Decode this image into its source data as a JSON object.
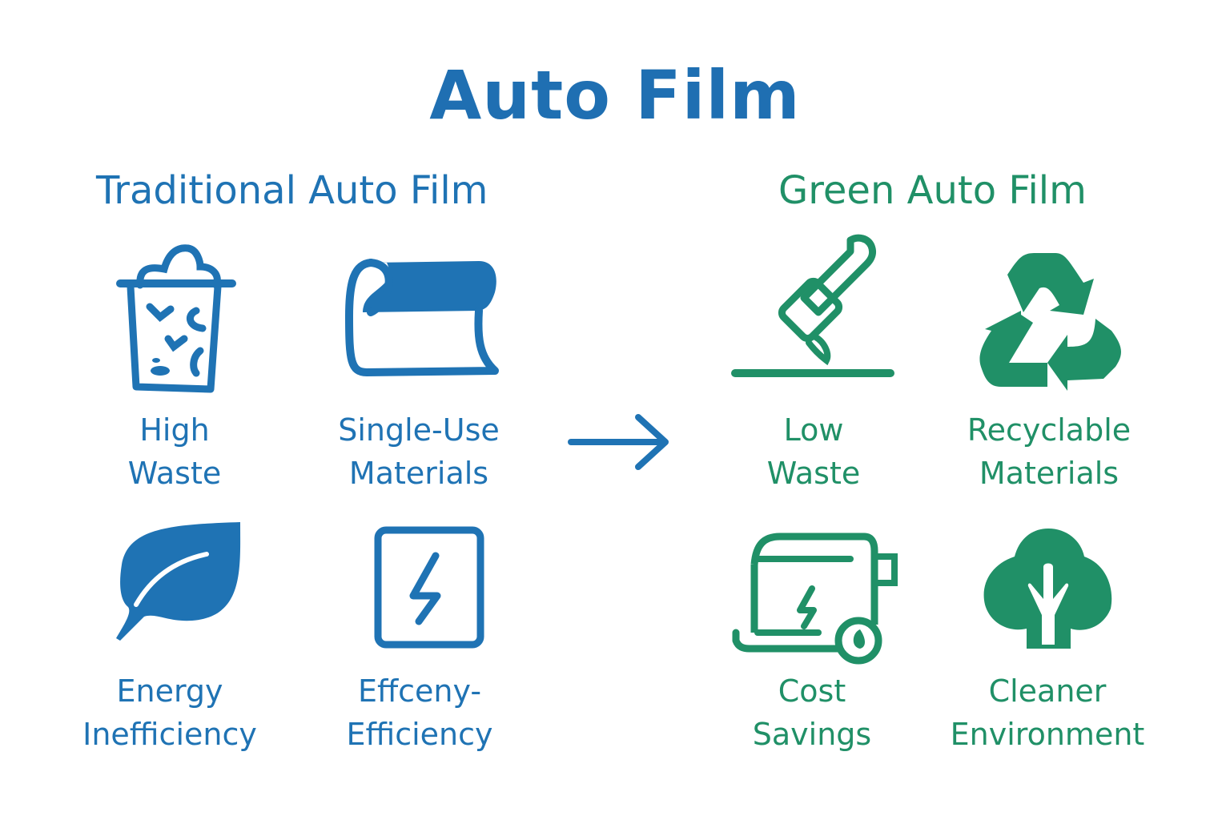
{
  "title": "Auto Film",
  "colors": {
    "traditional": "#1f73b4",
    "green": "#209067"
  },
  "traditional": {
    "heading": "Traditional Auto Film",
    "items": [
      {
        "icon": "trash-bin-icon",
        "line1": "High",
        "line2": "Waste"
      },
      {
        "icon": "film-roll-icon",
        "line1": "Single-Use",
        "line2": "Materials"
      },
      {
        "icon": "leaf-icon",
        "line1": "Energy",
        "line2": "Inefficiency"
      },
      {
        "icon": "lightning-box-icon",
        "line1": "Effceny-",
        "line2": "Efficiency"
      }
    ]
  },
  "arrow": {
    "icon": "arrow-right-icon"
  },
  "green": {
    "heading": "Green Auto Film",
    "items": [
      {
        "icon": "applicator-tool-icon",
        "line1": "Low",
        "line2": "Waste"
      },
      {
        "icon": "recycle-icon",
        "line1": "Recyclable",
        "line2": "Materials"
      },
      {
        "icon": "energy-device-icon",
        "line1": "Cost",
        "line2": "Savings"
      },
      {
        "icon": "tree-icon",
        "line1": "Cleaner",
        "line2": "Environment"
      }
    ]
  }
}
